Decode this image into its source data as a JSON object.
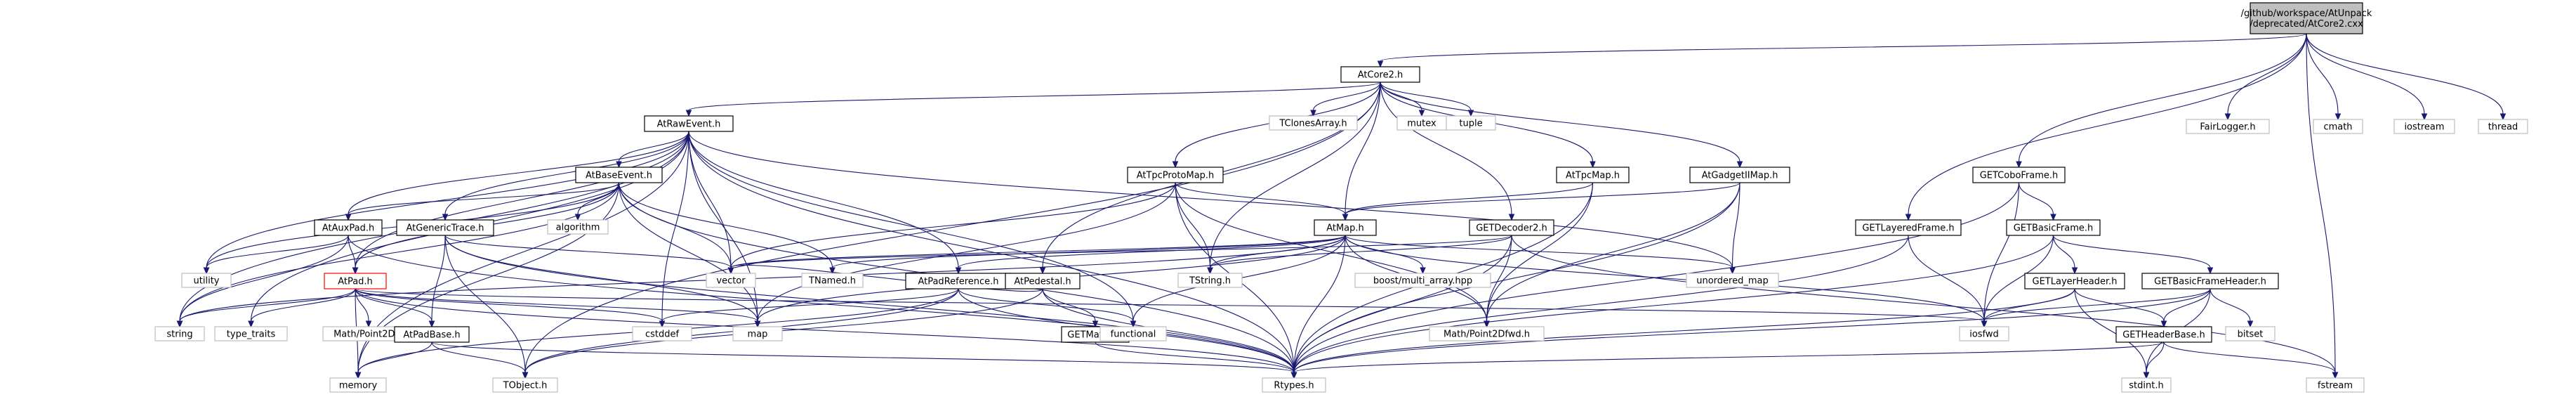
{
  "colors": {
    "edge": "#191970",
    "root_fill": "#bfbfbf",
    "linked_border": "#000000",
    "external_border": "#bfbfbf",
    "broken_border": "#ff0000"
  },
  "nodes": [
    {
      "id": "root",
      "kind": "root",
      "lines": [
        "/github/workspace/AtUnpack",
        "/deprecated/AtCore2.cxx"
      ]
    },
    {
      "id": "AtCore2",
      "kind": "linked",
      "lines": [
        "AtCore2.h"
      ]
    },
    {
      "id": "FairLogger",
      "kind": "external",
      "lines": [
        "FairLogger.h"
      ]
    },
    {
      "id": "cmath",
      "kind": "external",
      "lines": [
        "cmath"
      ]
    },
    {
      "id": "iostream",
      "kind": "external",
      "lines": [
        "iostream"
      ]
    },
    {
      "id": "thread",
      "kind": "external",
      "lines": [
        "thread"
      ]
    },
    {
      "id": "AtRawEvent",
      "kind": "linked",
      "lines": [
        "AtRawEvent.h"
      ]
    },
    {
      "id": "TClonesArray",
      "kind": "external",
      "lines": [
        "TClonesArray.h"
      ]
    },
    {
      "id": "mutex",
      "kind": "external",
      "lines": [
        "mutex"
      ]
    },
    {
      "id": "tuple",
      "kind": "external",
      "lines": [
        "tuple"
      ]
    },
    {
      "id": "AtTpcMap",
      "kind": "linked",
      "lines": [
        "AtTpcMap.h"
      ]
    },
    {
      "id": "AtGadgetIIMap",
      "kind": "linked",
      "lines": [
        "AtGadgetIIMap.h"
      ]
    },
    {
      "id": "AtBaseEvent",
      "kind": "linked",
      "lines": [
        "AtBaseEvent.h"
      ]
    },
    {
      "id": "AtTpcProtoMap",
      "kind": "linked",
      "lines": [
        "AtTpcProtoMap.h"
      ]
    },
    {
      "id": "GETCoboFrame",
      "kind": "linked",
      "lines": [
        "GETCoboFrame.h"
      ]
    },
    {
      "id": "AtAuxPad",
      "kind": "linked",
      "lines": [
        "AtAuxPad.h"
      ]
    },
    {
      "id": "AtGenericTrace",
      "kind": "linked",
      "lines": [
        "AtGenericTrace.h"
      ]
    },
    {
      "id": "algorithm",
      "kind": "external",
      "lines": [
        "algorithm"
      ]
    },
    {
      "id": "GETDecoder2",
      "kind": "linked",
      "lines": [
        "GETDecoder2.h"
      ]
    },
    {
      "id": "AtMap",
      "kind": "linked",
      "lines": [
        "AtMap.h"
      ]
    },
    {
      "id": "GETLayeredFrame",
      "kind": "linked",
      "lines": [
        "GETLayeredFrame.h"
      ]
    },
    {
      "id": "GETBasicFrame",
      "kind": "linked",
      "lines": [
        "GETBasicFrame.h"
      ]
    },
    {
      "id": "utility",
      "kind": "external",
      "lines": [
        "utility"
      ]
    },
    {
      "id": "vector",
      "kind": "external",
      "lines": [
        "vector"
      ]
    },
    {
      "id": "TNamed",
      "kind": "external",
      "lines": [
        "TNamed.h"
      ]
    },
    {
      "id": "AtPadReference",
      "kind": "linked",
      "lines": [
        "AtPadReference.h"
      ]
    },
    {
      "id": "AtPedestal",
      "kind": "linked",
      "lines": [
        "AtPedestal.h"
      ]
    },
    {
      "id": "TString",
      "kind": "external",
      "lines": [
        "TString.h"
      ]
    },
    {
      "id": "boostMultiArray",
      "kind": "external",
      "lines": [
        "boost/multi_array.hpp"
      ]
    },
    {
      "id": "unorderedMap",
      "kind": "external",
      "lines": [
        "unordered_map"
      ]
    },
    {
      "id": "GETLayerHeader",
      "kind": "linked",
      "lines": [
        "GETLayerHeader.h"
      ]
    },
    {
      "id": "GETBasicFrameHeader",
      "kind": "linked",
      "lines": [
        "GETBasicFrameHeader.h"
      ]
    },
    {
      "id": "AtPad",
      "kind": "broken",
      "lines": [
        "AtPad.h"
      ]
    },
    {
      "id": "string",
      "kind": "external",
      "lines": [
        "string"
      ]
    },
    {
      "id": "typeTraits",
      "kind": "external",
      "lines": [
        "type_traits"
      ]
    },
    {
      "id": "MathPoint2D",
      "kind": "external",
      "lines": [
        "Math/Point2D.h"
      ]
    },
    {
      "id": "cstddef",
      "kind": "external",
      "lines": [
        "cstddef"
      ]
    },
    {
      "id": "map",
      "kind": "external",
      "lines": [
        "map"
      ]
    },
    {
      "id": "GETMath2",
      "kind": "linked",
      "lines": [
        "GETMath2.h"
      ]
    },
    {
      "id": "functional",
      "kind": "external",
      "lines": [
        "functional"
      ]
    },
    {
      "id": "MathPoint2Dfwd",
      "kind": "external",
      "lines": [
        "Math/Point2Dfwd.h"
      ]
    },
    {
      "id": "iosfwd",
      "kind": "external",
      "lines": [
        "iosfwd"
      ]
    },
    {
      "id": "GETHeaderBase",
      "kind": "linked",
      "lines": [
        "GETHeaderBase.h"
      ]
    },
    {
      "id": "bitset",
      "kind": "external",
      "lines": [
        "bitset"
      ]
    },
    {
      "id": "AtPadBase",
      "kind": "linked",
      "lines": [
        "AtPadBase.h"
      ]
    },
    {
      "id": "memory",
      "kind": "external",
      "lines": [
        "memory"
      ]
    },
    {
      "id": "TObject",
      "kind": "external",
      "lines": [
        "TObject.h"
      ]
    },
    {
      "id": "Rtypes",
      "kind": "external",
      "lines": [
        "Rtypes.h"
      ]
    },
    {
      "id": "stdint",
      "kind": "external",
      "lines": [
        "stdint.h"
      ]
    },
    {
      "id": "fstream",
      "kind": "external",
      "lines": [
        "fstream"
      ]
    }
  ],
  "edges": [
    [
      "root",
      "AtCore2"
    ],
    [
      "root",
      "FairLogger"
    ],
    [
      "root",
      "cmath"
    ],
    [
      "root",
      "iostream"
    ],
    [
      "root",
      "thread"
    ],
    [
      "root",
      "GETCoboFrame"
    ],
    [
      "root",
      "GETLayeredFrame"
    ],
    [
      "root",
      "fstream"
    ],
    [
      "AtCore2",
      "AtRawEvent"
    ],
    [
      "AtCore2",
      "TClonesArray"
    ],
    [
      "AtCore2",
      "mutex"
    ],
    [
      "AtCore2",
      "tuple"
    ],
    [
      "AtCore2",
      "AtTpcMap"
    ],
    [
      "AtCore2",
      "AtGadgetIIMap"
    ],
    [
      "AtCore2",
      "AtTpcProtoMap"
    ],
    [
      "AtCore2",
      "GETDecoder2"
    ],
    [
      "AtCore2",
      "AtMap"
    ],
    [
      "AtCore2",
      "AtPedestal"
    ],
    [
      "AtCore2",
      "TString"
    ],
    [
      "AtCore2",
      "TObject"
    ],
    [
      "AtRawEvent",
      "AtBaseEvent"
    ],
    [
      "AtRawEvent",
      "AtGenericTrace"
    ],
    [
      "AtRawEvent",
      "AtPadReference"
    ],
    [
      "AtRawEvent",
      "AtAuxPad"
    ],
    [
      "AtRawEvent",
      "utility"
    ],
    [
      "AtRawEvent",
      "vector"
    ],
    [
      "AtRawEvent",
      "map"
    ],
    [
      "AtRawEvent",
      "string"
    ],
    [
      "AtRawEvent",
      "typeTraits"
    ],
    [
      "AtRawEvent",
      "memory"
    ],
    [
      "AtRawEvent",
      "Rtypes"
    ],
    [
      "AtRawEvent",
      "functional"
    ],
    [
      "AtRawEvent",
      "unorderedMap"
    ],
    [
      "AtRawEvent",
      "cstddef"
    ],
    [
      "AtRawEvent",
      "AtPad"
    ],
    [
      "AtBaseEvent",
      "algorithm"
    ],
    [
      "AtBaseEvent",
      "TNamed"
    ],
    [
      "AtBaseEvent",
      "vector"
    ],
    [
      "AtBaseEvent",
      "map"
    ],
    [
      "AtBaseEvent",
      "Rtypes"
    ],
    [
      "AtBaseEvent",
      "string"
    ],
    [
      "AtBaseEvent",
      "utility"
    ],
    [
      "AtBaseEvent",
      "AtAuxPad"
    ],
    [
      "AtBaseEvent",
      "AtPad"
    ],
    [
      "AtBaseEvent",
      "memory"
    ],
    [
      "AtAuxPad",
      "AtPad"
    ],
    [
      "AtAuxPad",
      "string"
    ],
    [
      "AtAuxPad",
      "utility"
    ],
    [
      "AtAuxPad",
      "Rtypes"
    ],
    [
      "AtGenericTrace",
      "vector"
    ],
    [
      "AtGenericTrace",
      "AtPadBase"
    ],
    [
      "AtGenericTrace",
      "TObject"
    ],
    [
      "AtGenericTrace",
      "Rtypes"
    ],
    [
      "AtGenericTrace",
      "map"
    ],
    [
      "AtPad",
      "AtPadBase"
    ],
    [
      "AtPad",
      "MathPoint2D"
    ],
    [
      "AtPad",
      "cstddef"
    ],
    [
      "AtPad",
      "map"
    ],
    [
      "AtPad",
      "memory"
    ],
    [
      "AtPad",
      "string"
    ],
    [
      "AtPad",
      "typeTraits"
    ],
    [
      "AtPad",
      "Rtypes"
    ],
    [
      "AtPad",
      "iosfwd"
    ],
    [
      "AtPadBase",
      "memory"
    ],
    [
      "AtPadBase",
      "TObject"
    ],
    [
      "AtPadBase",
      "Rtypes"
    ],
    [
      "AtPadReference",
      "cstddef"
    ],
    [
      "AtPadReference",
      "functional"
    ],
    [
      "AtPadReference",
      "Rtypes"
    ],
    [
      "AtPadReference",
      "TObject"
    ],
    [
      "AtPadReference",
      "memory"
    ],
    [
      "AtPedestal",
      "GETMath2"
    ],
    [
      "AtPedestal",
      "Rtypes"
    ],
    [
      "AtPedestal",
      "TObject"
    ],
    [
      "AtPedestal",
      "vector"
    ],
    [
      "GETMath2",
      "Rtypes"
    ],
    [
      "AtTpcProtoMap",
      "AtMap"
    ],
    [
      "AtTpcProtoMap",
      "TString"
    ],
    [
      "AtTpcProtoMap",
      "MathPoint2Dfwd"
    ],
    [
      "AtTpcProtoMap",
      "Rtypes"
    ],
    [
      "AtTpcProtoMap",
      "vector"
    ],
    [
      "AtTpcProtoMap",
      "map"
    ],
    [
      "AtTpcMap",
      "AtMap"
    ],
    [
      "AtTpcMap",
      "Rtypes"
    ],
    [
      "AtTpcMap",
      "MathPoint2Dfwd"
    ],
    [
      "AtGadgetIIMap",
      "AtMap"
    ],
    [
      "AtGadgetIIMap",
      "Rtypes"
    ],
    [
      "AtGadgetIIMap",
      "MathPoint2Dfwd"
    ],
    [
      "AtGadgetIIMap",
      "unorderedMap"
    ],
    [
      "GETDecoder2",
      "TString"
    ],
    [
      "GETDecoder2",
      "vector"
    ],
    [
      "GETDecoder2",
      "Rtypes"
    ],
    [
      "GETDecoder2",
      "fstream"
    ],
    [
      "GETDecoder2",
      "MathPoint2Dfwd"
    ],
    [
      "AtMap",
      "AtPadReference"
    ],
    [
      "AtMap",
      "TNamed"
    ],
    [
      "AtMap",
      "TString"
    ],
    [
      "AtMap",
      "boostMultiArray"
    ],
    [
      "AtMap",
      "unorderedMap"
    ],
    [
      "AtMap",
      "vector"
    ],
    [
      "AtMap",
      "map"
    ],
    [
      "AtMap",
      "Rtypes"
    ],
    [
      "AtMap",
      "functional"
    ],
    [
      "AtMap",
      "MathPoint2Dfwd"
    ],
    [
      "AtMap",
      "iosfwd"
    ],
    [
      "AtMap",
      "string"
    ],
    [
      "GETCoboFrame",
      "GETBasicFrame"
    ],
    [
      "GETCoboFrame",
      "iosfwd"
    ],
    [
      "GETCoboFrame",
      "Rtypes"
    ],
    [
      "GETLayeredFrame",
      "iosfwd"
    ],
    [
      "GETLayeredFrame",
      "Rtypes"
    ],
    [
      "GETBasicFrame",
      "GETBasicFrameHeader"
    ],
    [
      "GETBasicFrame",
      "iosfwd"
    ],
    [
      "GETBasicFrame",
      "Rtypes"
    ],
    [
      "GETBasicFrame",
      "GETLayerHeader"
    ],
    [
      "GETLayerHeader",
      "GETHeaderBase"
    ],
    [
      "GETLayerHeader",
      "iosfwd"
    ],
    [
      "GETLayerHeader",
      "stdint"
    ],
    [
      "GETLayerHeader",
      "Rtypes"
    ],
    [
      "GETBasicFrameHeader",
      "GETHeaderBase"
    ],
    [
      "GETBasicFrameHeader",
      "bitset"
    ],
    [
      "GETBasicFrameHeader",
      "stdint"
    ],
    [
      "GETBasicFrameHeader",
      "Rtypes"
    ],
    [
      "GETBasicFrameHeader",
      "iosfwd"
    ],
    [
      "GETHeaderBase",
      "stdint"
    ],
    [
      "GETHeaderBase",
      "fstream"
    ],
    [
      "GETHeaderBase",
      "Rtypes"
    ]
  ]
}
